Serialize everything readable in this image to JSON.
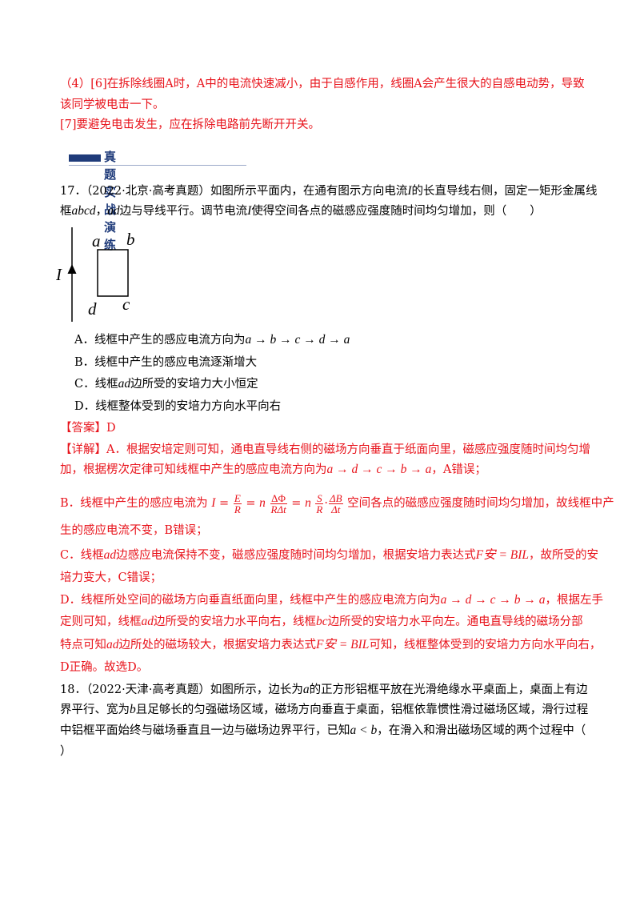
{
  "answer_prev": {
    "line1": "（4）[6]在拆除线圈A时，A中的电流快速减小，由于自感作用，线圈A会产生很大的自感电动势，导致",
    "line2": "该同学被电击一下。",
    "line3": "[7]要避免电击发生，应在拆除电路前先断开开关。"
  },
  "section_title": "真题实战演练",
  "q17": {
    "stem1_pre": "17．（2022·北京·高考真题）如图所示平面内，在通有图示方向电流",
    "I": "I",
    "stem1_post": "的长直导线右侧，固定一矩形金属线",
    "stem2_pre": "框",
    "abcd": "abcd",
    "stem2_mid": "，",
    "ad": "ad",
    "stem2_mid2": "边与导线平行。调节电流",
    "stem2_post": "使得空间各点的磁感应强度随时间均匀增加，则（　　）",
    "figure": {
      "a": "a",
      "b": "b",
      "c": "c",
      "d": "d",
      "I": "I"
    },
    "optA_pre": "A．线框中产生的感应电流方向为",
    "optA_seq": "a → b → c → d → a",
    "optB": "B．线框中产生的感应电流逐渐增大",
    "optC_pre": "C．线框",
    "optC_post": "边所受的安培力大小恒定",
    "optD": "D．线框整体受到的安培力方向水平向右",
    "answer": "【答案】D",
    "detail_A1": "【详解】A．根据安培定则可知，通电直导线右侧的磁场方向垂直于纸面向里，磁感应强度随时间均匀增",
    "detail_A2_pre": "加，根据楞次定律可知线框中产生的感应电流方向为",
    "detail_A2_seq": "a → d → c → b → a",
    "detail_A2_post": "，A错误；",
    "detail_B1_pre": "B．线框中产生的感应电流为",
    "detail_B1_post": "空间各点的磁感应强度随时间均匀增加，故线框中产",
    "detail_B2": "生的感应电流不变，B错误；",
    "detail_C1_pre": "C．线框",
    "detail_C1_mid": "边感应电流保持不变，磁感应强度随时间均匀增加，根据安培力表达式",
    "detail_C1_formula": "F安 = BIL",
    "detail_C1_post": "，故所受的安",
    "detail_C2": "培力变大，C错误；",
    "detail_D1_pre": "D．线框所处空间的磁场方向垂直纸面向里，线框中产生的感应电流方向为",
    "detail_D1_seq": "a → d → c → b → a",
    "detail_D1_post": "，根据左手",
    "detail_D2_pre": "定则可知，线框",
    "detail_D2_mid": "边所受的安培力水平向右，线框",
    "bc": "bc",
    "detail_D2_post": "边所受的安培力水平向左。通电直导线的磁场分部",
    "detail_D3_pre": "特点可知",
    "detail_D3_mid": "边所处的磁场较大，根据安培力表达式",
    "detail_D3_post": "可知，线框整体受到的安培力方向水平向右，",
    "detail_D4": "D正确。故选D。"
  },
  "q18": {
    "line1_pre": "18．（2022·天津·高考真题）如图所示，边长为",
    "a": "a",
    "line1_post": "的正方形铝框平放在光滑绝缘水平桌面上，桌面上有边",
    "line2_pre": "界平行、宽为",
    "b": "b",
    "line2_post": "且足够长的匀强磁场区域，磁场方向垂直于桌面，铝框依靠惯性滑过磁场区域，滑行过程",
    "line3_pre": "中铝框平面始终与磁场垂直且一边与磁场边界平行，已知",
    "cond": "a < b",
    "line3_post": "，在滑入和滑出磁场区域的两个过程中（",
    "line4": "）"
  }
}
